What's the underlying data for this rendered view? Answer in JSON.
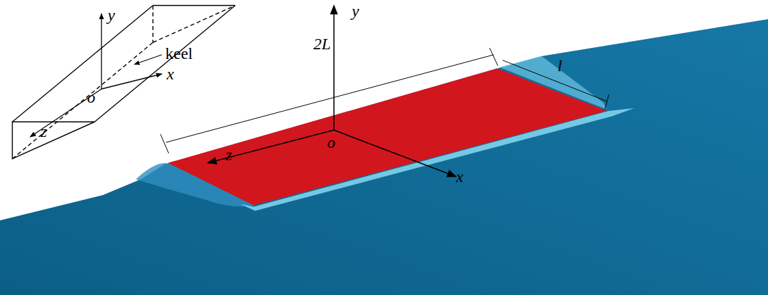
{
  "diagram": {
    "labels": [
      "y",
      "keel",
      "x",
      "o",
      "z",
      "y",
      "2L",
      "l",
      "o",
      "z",
      "x"
    ]
  }
}
